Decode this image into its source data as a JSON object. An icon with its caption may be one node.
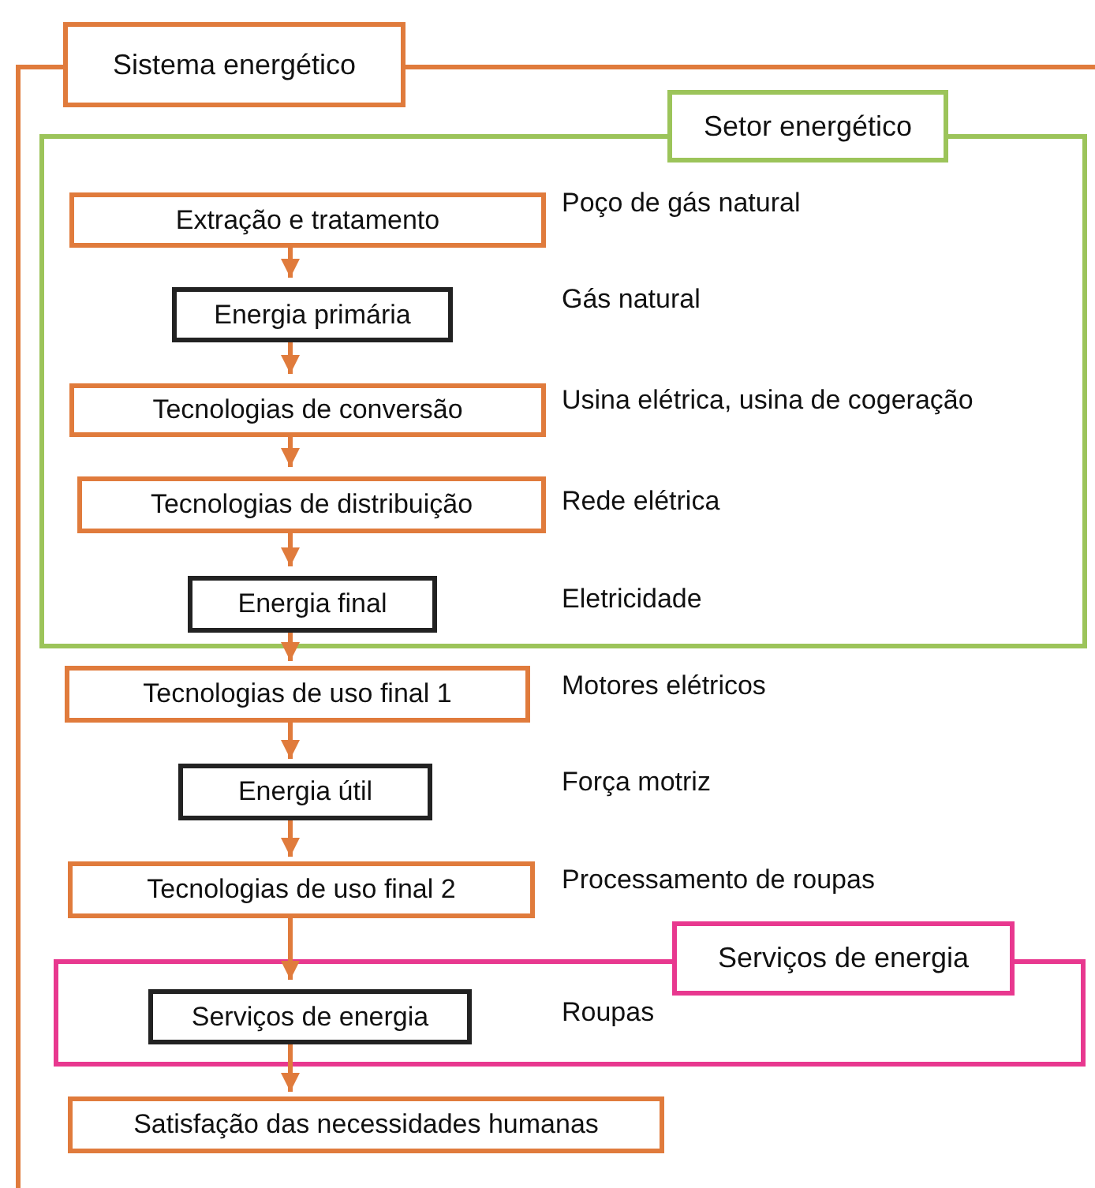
{
  "diagram": {
    "nodes": [
      {
        "text": [
          "Sistema energético"
        ]
      },
      {
        "text": [
          "Setor energético"
        ],
        "in": 0
      },
      {
        "text": [
          "Extração e tratamento"
        ],
        "in": 1
      },
      {
        "text": [
          "Energia primária"
        ],
        "in": 1
      },
      {
        "text": [
          "Tecnologias de conversão"
        ],
        "in": 1
      },
      {
        "text": [
          "Tecnologias de distribuição"
        ],
        "in": 1
      },
      {
        "text": [
          "Energia final"
        ],
        "in": 1
      },
      {
        "text": [
          "Tecnologias de uso final 1"
        ],
        "in": 0
      },
      {
        "text": [
          "Energia útil"
        ],
        "in": 0
      },
      {
        "text": [
          "Tecnologias de uso final 2"
        ],
        "in": 0
      },
      {
        "text": [
          "Serviços de energia"
        ],
        "in": 0
      },
      {
        "text": [
          "Serviços de energia"
        ],
        "in": 10
      },
      {
        "text": [
          "Satisfação das necessidades humanas"
        ],
        "in": 0
      }
    ],
    "edges": [
      {
        "from": 2,
        "to": 3,
        "arrow": "to"
      },
      {
        "from": 3,
        "to": 4,
        "arrow": "to"
      },
      {
        "from": 4,
        "to": 5,
        "arrow": "to"
      },
      {
        "from": 5,
        "to": 6,
        "arrow": "to"
      },
      {
        "from": 6,
        "to": 7,
        "arrow": "to"
      },
      {
        "from": 7,
        "to": 8,
        "arrow": "to"
      },
      {
        "from": 8,
        "to": 9,
        "arrow": "to"
      },
      {
        "from": 9,
        "to": 11,
        "arrow": "to"
      },
      {
        "from": 11,
        "to": 12,
        "arrow": "to"
      }
    ],
    "labels": [
      "Poço de gás natural",
      "Gás natural",
      "Usina elétrica, usina de cogeração",
      "Rede elétrica",
      "Eletricidade",
      "Motores elétricos",
      "Força motriz",
      "Processamento de roupas",
      "Roupas"
    ]
  }
}
